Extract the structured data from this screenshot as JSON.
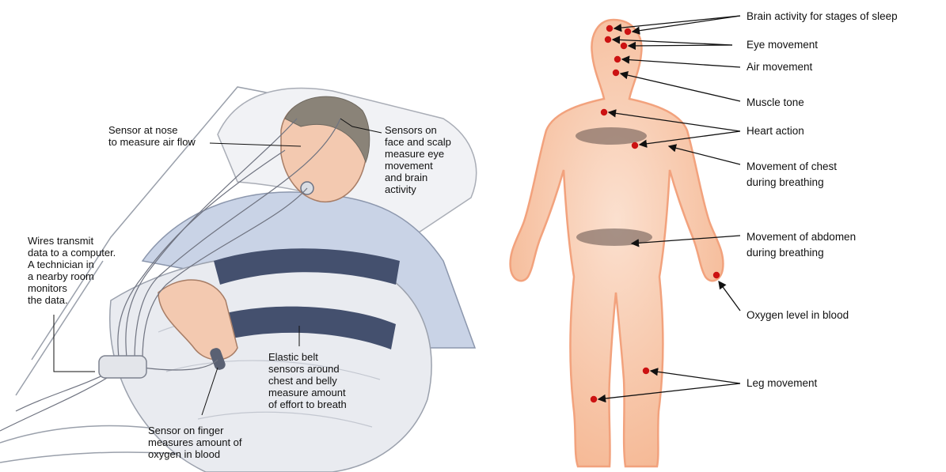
{
  "colors": {
    "skin": "#f9cfb6",
    "skin_edge": "#f2a27d",
    "sensor_dot": "#cc1212",
    "belt": "#44506e",
    "gown": "#c9d3e6",
    "blanket": "#e9ebf0",
    "hair": "#8a8378",
    "label_text": "#111111"
  },
  "left_panel": {
    "labels": {
      "nose_sensor": "Sensor at nose\nto measure air flow",
      "face_sensors": "Sensors on\nface and scalp\nmeasure eye\nmovement\nand brain\nactivity",
      "wires": "Wires transmit\ndata to a computer.\nA technician in\na nearby room\nmonitors\nthe data.",
      "elastic_belt": "Elastic belt\nsensors around\nchest and belly\nmeasure amount\nof effort to breath",
      "finger_sensor": "Sensor on finger\nmeasures amount of\noxygen in blood"
    }
  },
  "right_panel": {
    "labels": {
      "brain": "Brain activity for stages of sleep",
      "eye": "Eye movement",
      "air": "Air movement",
      "muscle": "Muscle tone",
      "heart": "Heart action",
      "chest": "Movement of chest\nduring breathing",
      "abdomen": "Movement of abdomen\nduring breathing",
      "oxygen": "Oxygen level in blood",
      "leg": "Leg movement"
    }
  }
}
